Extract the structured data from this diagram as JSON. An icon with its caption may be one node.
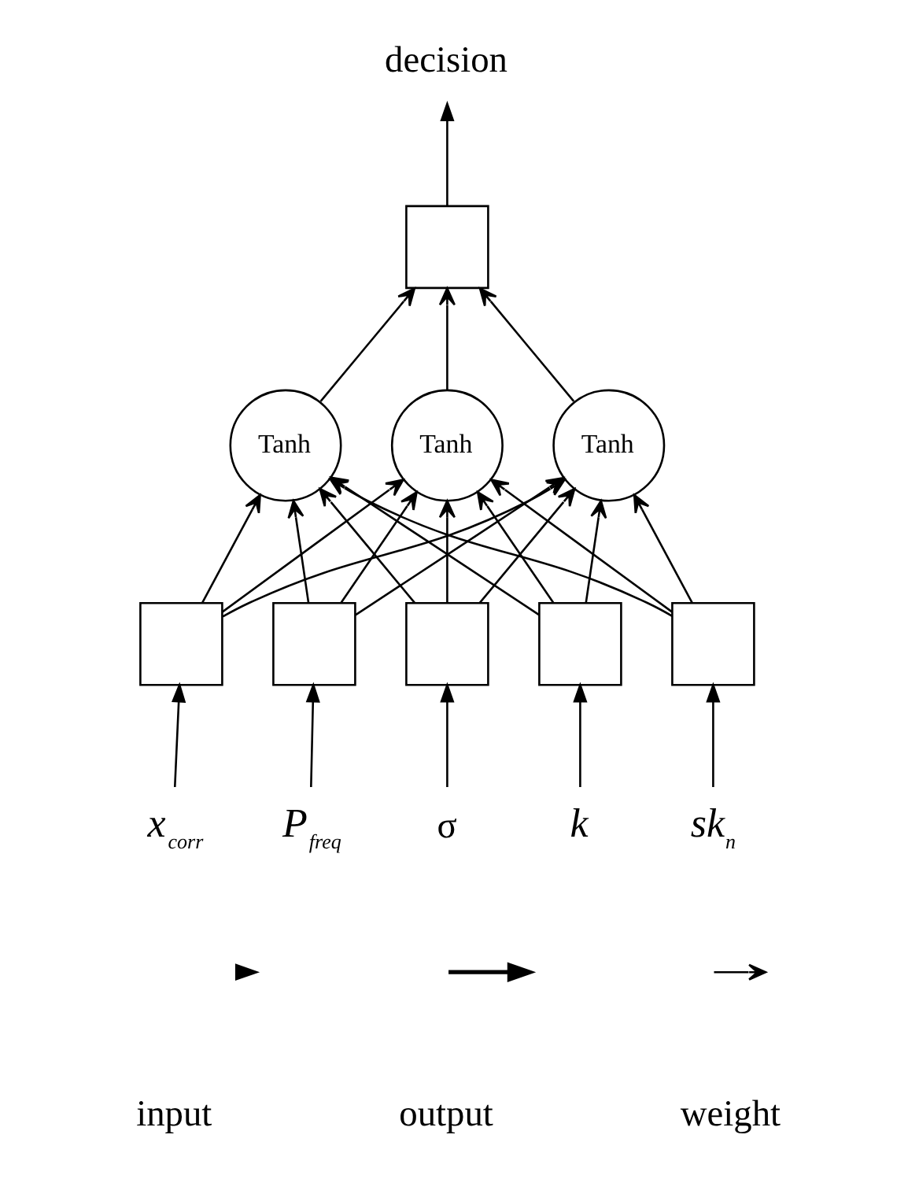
{
  "diagram": {
    "nodes": [
      {
        "text": [
          "decision"
        ]
      },
      {
        "text": [],
        "shape": "box"
      },
      {
        "text": [
          "Tanh"
        ]
      },
      {
        "text": [
          "Tanh"
        ]
      },
      {
        "text": [
          "Tanh"
        ]
      },
      {
        "text": [],
        "shape": "box"
      },
      {
        "text": [],
        "shape": "box"
      },
      {
        "text": [],
        "shape": "box"
      },
      {
        "text": [],
        "shape": "box"
      },
      {
        "text": [],
        "shape": "box"
      },
      {
        "text": [
          "x$_{corr}$"
        ]
      },
      {
        "text": [
          "P$_{freq}$"
        ]
      },
      {
        "text": [
          "σ"
        ]
      },
      {
        "text": [
          "k"
        ]
      },
      {
        "text": [
          "sk$_{n}$"
        ]
      }
    ],
    "edges": [
      {
        "from": 1,
        "to": 0,
        "arrow": "to"
      },
      {
        "from": 2,
        "to": 1,
        "arrow": "to"
      },
      {
        "from": 3,
        "to": 1,
        "arrow": "to"
      },
      {
        "from": 4,
        "to": 1,
        "arrow": "to"
      },
      {
        "from": 5,
        "to": 2,
        "arrow": "to"
      },
      {
        "from": 5,
        "to": 3,
        "arrow": "to"
      },
      {
        "from": 5,
        "to": 4,
        "arrow": "to"
      },
      {
        "from": 6,
        "to": 2,
        "arrow": "to"
      },
      {
        "from": 6,
        "to": 3,
        "arrow": "to"
      },
      {
        "from": 6,
        "to": 4,
        "arrow": "to"
      },
      {
        "from": 7,
        "to": 2,
        "arrow": "to"
      },
      {
        "from": 7,
        "to": 3,
        "arrow": "to"
      },
      {
        "from": 7,
        "to": 4,
        "arrow": "to"
      },
      {
        "from": 8,
        "to": 2,
        "arrow": "to"
      },
      {
        "from": 8,
        "to": 3,
        "arrow": "to"
      },
      {
        "from": 8,
        "to": 4,
        "arrow": "to"
      },
      {
        "from": 9,
        "to": 2,
        "arrow": "to"
      },
      {
        "from": 9,
        "to": 3,
        "arrow": "to"
      },
      {
        "from": 9,
        "to": 4,
        "arrow": "to"
      },
      {
        "from": 10,
        "to": 5,
        "arrow": "to"
      },
      {
        "from": 11,
        "to": 6,
        "arrow": "to"
      },
      {
        "from": 12,
        "to": 7,
        "arrow": "to"
      },
      {
        "from": 13,
        "to": 8,
        "arrow": "to"
      },
      {
        "from": 14,
        "to": 9,
        "arrow": "to"
      }
    ],
    "legend": [
      {
        "text": "input"
      },
      {
        "text": "output"
      },
      {
        "text": "weight"
      }
    ]
  }
}
